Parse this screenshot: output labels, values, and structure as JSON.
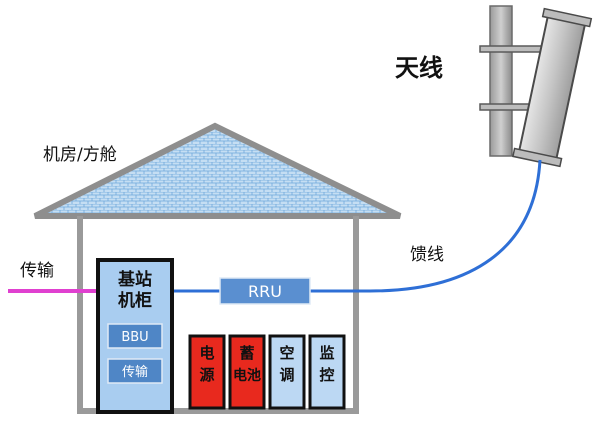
{
  "labels": {
    "antenna": "天线",
    "room": "机房/方舱",
    "feeder": "馈线",
    "transmission": "传输"
  },
  "cabinet": {
    "title_line1": "基站",
    "title_line2": "机柜",
    "modules": [
      "BBU",
      "传输"
    ]
  },
  "rru": {
    "label": "RRU"
  },
  "units": [
    {
      "id": "power",
      "line1": "电",
      "line2": "源"
    },
    {
      "id": "battery",
      "line1": "蓄",
      "line2": "电池"
    },
    {
      "id": "aircon",
      "line1": "空",
      "line2": "调"
    },
    {
      "id": "monitor",
      "line1": "监",
      "line2": "控"
    }
  ],
  "colors": {
    "cabinet_fill": "#a9cdf0",
    "module_fill": "#4f86c6",
    "rru_fill": "#5a8fd0",
    "power_unit_fill": "#e8291e",
    "light_unit_fill": "#bcd8f3",
    "roof_fill": "#c5def3",
    "feeder_line": "#2e6fd6",
    "transmission_line": "#e040d0",
    "antenna_panel": "#c8c8c8",
    "wall": "#9a9a9a"
  }
}
